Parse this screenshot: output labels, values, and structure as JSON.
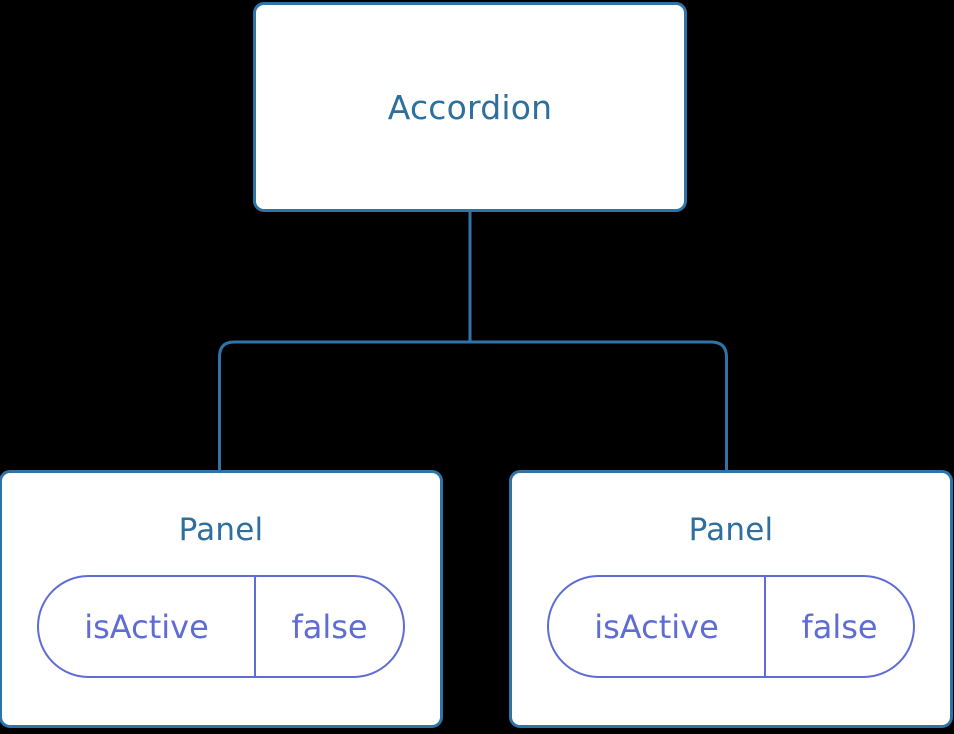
{
  "diagram": {
    "type": "component-tree",
    "background_color": "#000000",
    "node_fill": "#FFFFFF",
    "node_border_color": "#2E74A8",
    "title_color": "#2E6F9E",
    "pill_color": "#5F6CD4",
    "connector_color": "#2E74A8"
  },
  "root": {
    "title": "Accordion"
  },
  "children": [
    {
      "title": "Panel",
      "state": {
        "key": "isActive",
        "value": "false"
      }
    },
    {
      "title": "Panel",
      "state": {
        "key": "isActive",
        "value": "false"
      }
    }
  ]
}
